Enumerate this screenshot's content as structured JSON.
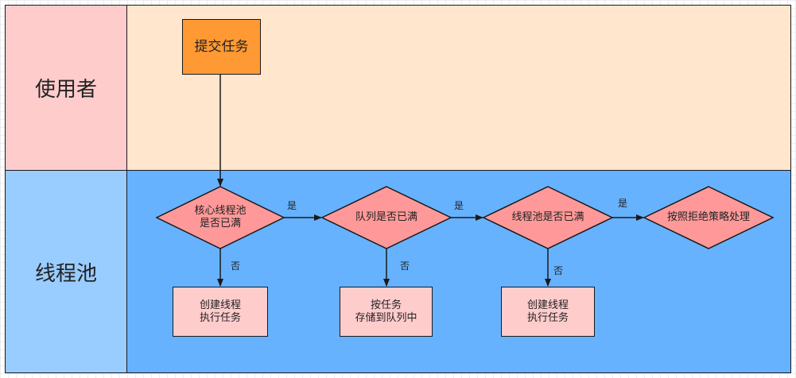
{
  "lanes": {
    "user": {
      "label": "使用者"
    },
    "pool": {
      "label": "线程池"
    }
  },
  "nodes": {
    "submit": "提交任务",
    "core_full": "核心线程池\n是否已满",
    "queue_full": "队列是否已满",
    "pool_full": "线程池是否已满",
    "reject": "按照拒绝策略处理",
    "create_worker_1": "创建线程\n执行任务",
    "enqueue": "按任务\n存储到队列中",
    "create_worker_2": "创建线程\n执行任务"
  },
  "edges": {
    "yes1": "是",
    "yes2": "是",
    "yes3": "是",
    "no1": "否",
    "no2": "否",
    "no3": "否"
  },
  "colors": {
    "user_header": "#ffcccc",
    "user_body": "#ffe6cc",
    "pool_header": "#99ccff",
    "pool_body": "#66b2ff",
    "task": "#ff9933",
    "decision": "#ff9999",
    "process": "#ffcccc"
  }
}
